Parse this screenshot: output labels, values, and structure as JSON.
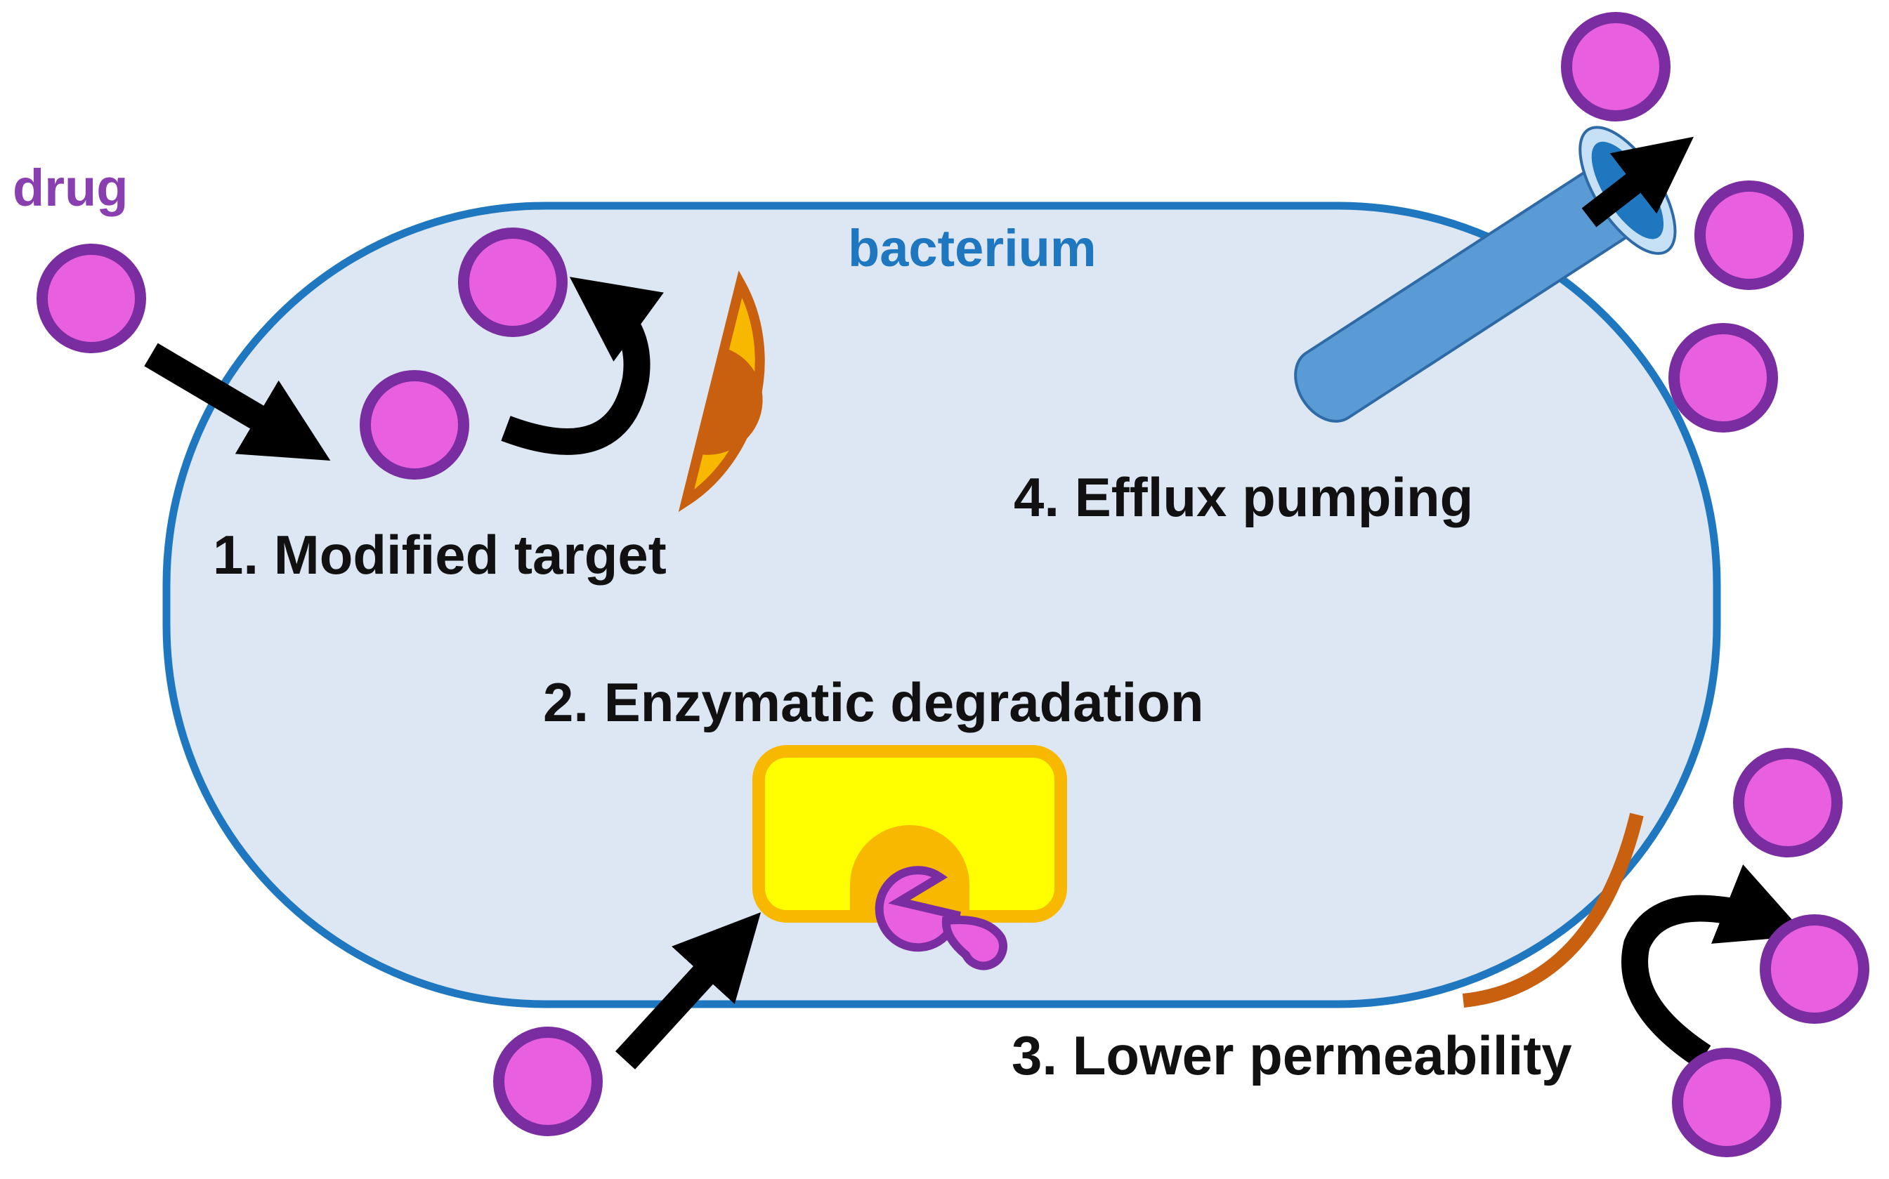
{
  "labels": {
    "drug": "drug",
    "bacterium": "bacterium",
    "modified_target": "1. Modified target",
    "enzymatic_degradation": "2. Enzymatic degradation",
    "lower_permeability": "3. Lower permeability",
    "efflux_pumping": "4. Efflux pumping"
  },
  "colors": {
    "drug_fill": "#e85fe0",
    "drug_outline": "#7a2da0",
    "cell_fill": "#dde7f3",
    "cell_outline": "#1f77c0",
    "membrane_patch": "#c8600f",
    "target_outer": "#f9b800",
    "target_inner": "#c8600f",
    "enzyme_fill": "#ffff00",
    "enzyme_outline": "#f9b800",
    "pump_fill": "#5b9bd5",
    "pump_inner": "#1f77c0",
    "pump_rim": "#c6e0f5",
    "pump_outline": "#2e6aa6",
    "arrow": "#000000",
    "label_drug": "#8a3fb0",
    "label_bacterium": "#1f77c0",
    "label_text": "#111111"
  }
}
